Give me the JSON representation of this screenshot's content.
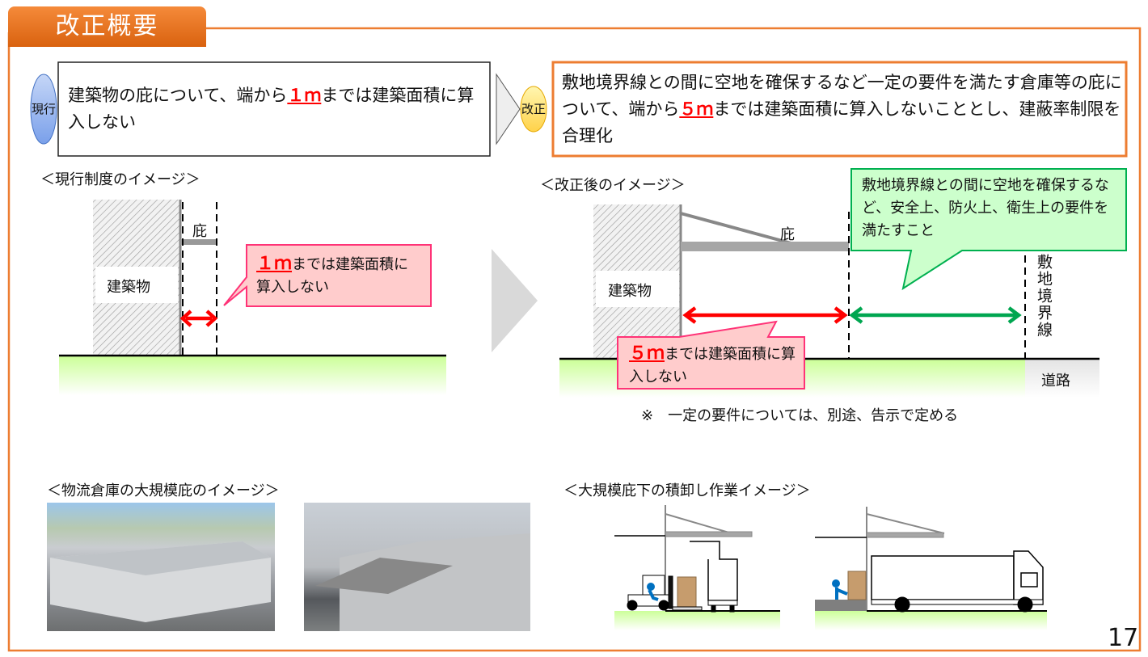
{
  "header": {
    "title": "改正概要"
  },
  "current": {
    "badge": "現行",
    "text_pre": "建築物の庇について、端から",
    "text_hl": "１ｍ",
    "text_post": "までは建築面積に算入しない"
  },
  "revised": {
    "badge": "改正",
    "text_pre": "敷地境界線との間に空地を確保するなど一定の要件を満たす倉庫等の庇について、端から",
    "text_hl": "５ｍ",
    "text_post": "までは建築面積に算入しないこととし、建蔽率制限を合理化"
  },
  "current_diagram": {
    "caption": "＜現行制度のイメージ＞",
    "building_label": "建築物",
    "eave_label": "庇",
    "callout_hl": "１ｍ",
    "callout_text": "までは建築面積に算入しない"
  },
  "revised_diagram": {
    "caption": "＜改正後のイメージ＞",
    "building_label": "建築物",
    "eave_label": "庇",
    "callout_hl": "５ｍ",
    "callout_text": "までは建築面積に算入しない",
    "green_callout": "敷地境界線との間に空地を確保するなど、安全上、防火上、衛生上の要件を満たすこと",
    "boundary_label": "敷地境界線",
    "road_label": "道路",
    "note": "※　一定の要件については、別途、告示で定める"
  },
  "photos": {
    "caption": "＜物流倉庫の大規模庇のイメージ＞"
  },
  "loading": {
    "caption": "＜大規模庇下の積卸し作業イメージ＞"
  },
  "page_number": "17",
  "colors": {
    "accent": "#ed7d31",
    "red": "#ff0000",
    "green": "#00a650",
    "pink": "#ffcccc"
  }
}
